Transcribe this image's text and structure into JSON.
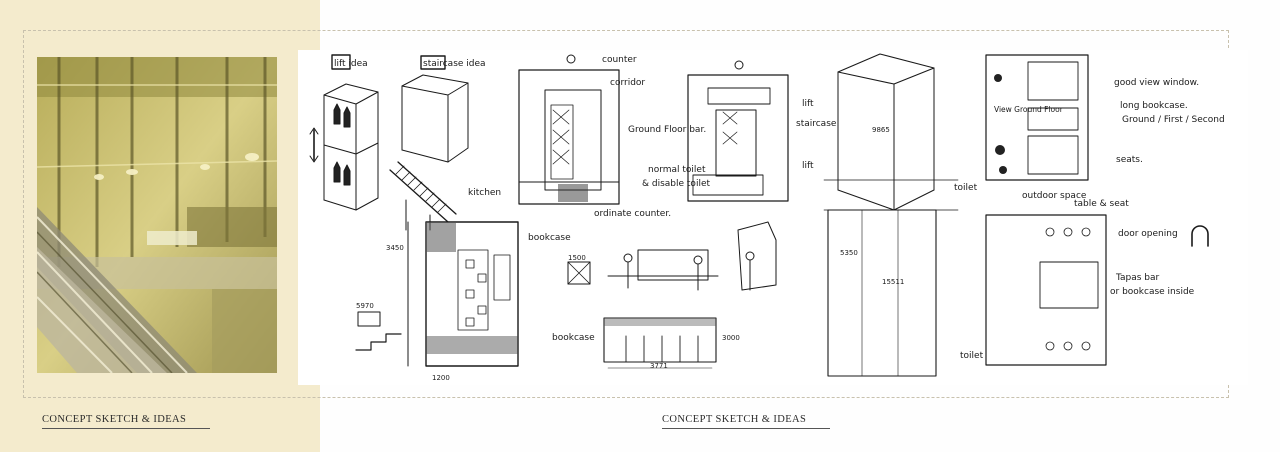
{
  "captions": {
    "left": "CONCEPT SKETCH & IDEAS",
    "right": "CONCEPT SKETCH & IDEAS"
  },
  "sketch_labels": {
    "lift_idea": "lift idea",
    "staircase_idea": "staircase idea",
    "kitchen": "kitchen",
    "bookcase_1": "bookcase",
    "bookcase_2": "bookcase",
    "counter": "counter",
    "corridor": "corridor",
    "ground_floor_bar": "Ground Floor bar.",
    "normal_toilet": "normal toilet",
    "disable_toilet": "& disable toilet",
    "ordinate_counter": "ordinate counter.",
    "lift_1": "lift",
    "staircase": "staircase",
    "lift_2": "lift",
    "toilet_1": "toilet",
    "good_view_window": "good view window.",
    "long_bookcase": "long bookcase.",
    "ground_first_second": "Ground / First / Second",
    "view_ground_floor": "View Ground Floor",
    "seats": "seats.",
    "outdoor_space": "outdoor space",
    "table_seat": "table & seat",
    "door_opening": "door opening",
    "tapas_bar": "Tapas bar",
    "or_bookcase_inside": "or bookcase inside",
    "toilet_2": "toilet",
    "dim_9865": "9865",
    "dim_5350": "5350",
    "dim_15511": "15511",
    "dim_5970": "5970",
    "dim_3771": "3771",
    "dim_3000": "3000",
    "dim_1500": "1500",
    "dim_1200": "1200",
    "dim_3450": "3450"
  }
}
